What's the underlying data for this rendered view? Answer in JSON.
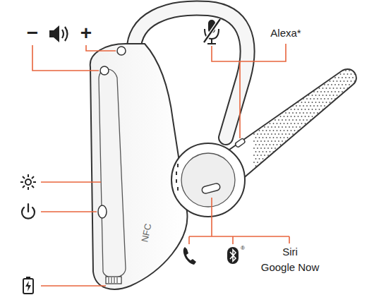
{
  "diagram": {
    "labels": [
      "−",
      "+",
      "Alexa*",
      "®",
      "Siri",
      "Google Now",
      "NFC"
    ]
  }
}
